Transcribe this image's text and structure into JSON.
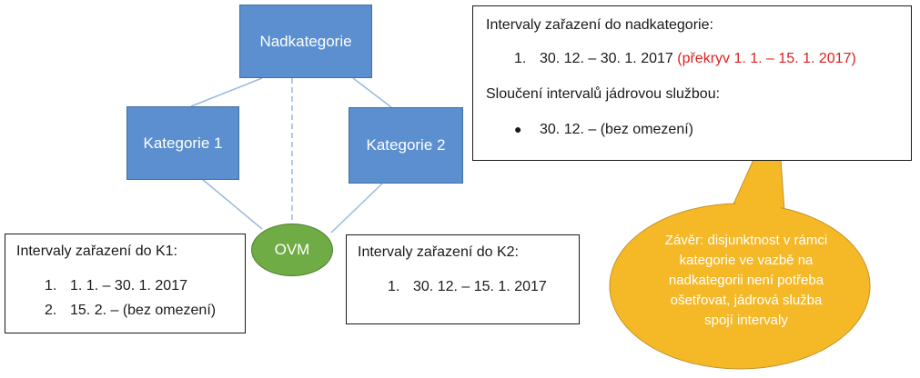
{
  "nodes": {
    "nadkategorie": "Nadkategorie",
    "kategorie1": "Kategorie 1",
    "kategorie2": "Kategorie 2",
    "ovm": "OVM"
  },
  "box_k1": {
    "heading": "Intervaly zařazení do K1:",
    "items": [
      {
        "num": "1.",
        "text": "1. 1. – 30. 1. 2017"
      },
      {
        "num": "2.",
        "text": "15. 2. – (bez omezení)"
      }
    ]
  },
  "box_k2": {
    "heading": "Intervaly zařazení do K2:",
    "items": [
      {
        "num": "1.",
        "text": "30. 12. – 15. 1. 2017"
      }
    ]
  },
  "box_nadkategorie": {
    "heading": "Intervaly zařazení do nadkategorie:",
    "items": [
      {
        "num": "1.",
        "text": "30. 12. – 30. 1. 2017",
        "note": "(překryv 1. 1. – 15. 1. 2017)"
      }
    ],
    "merge_heading": "Sloučení intervalů jádrovou službou:",
    "merge_items": [
      {
        "bullet": "●",
        "text": "30. 12. – (bez omezení)"
      }
    ]
  },
  "callout": {
    "lines": [
      "Závěr: disjunktnost v rámci",
      "kategorie ve vazbě na",
      "nadkategorii není potřeba",
      "ošetřovat, jádrová služba",
      "spojí intervaly"
    ]
  },
  "colors": {
    "node_blue": "#5b8fcf",
    "ovm_green": "#6fac46",
    "callout_yellow": "#f5b928",
    "connector": "#9ab9dc",
    "highlight_red": "#e02020"
  }
}
